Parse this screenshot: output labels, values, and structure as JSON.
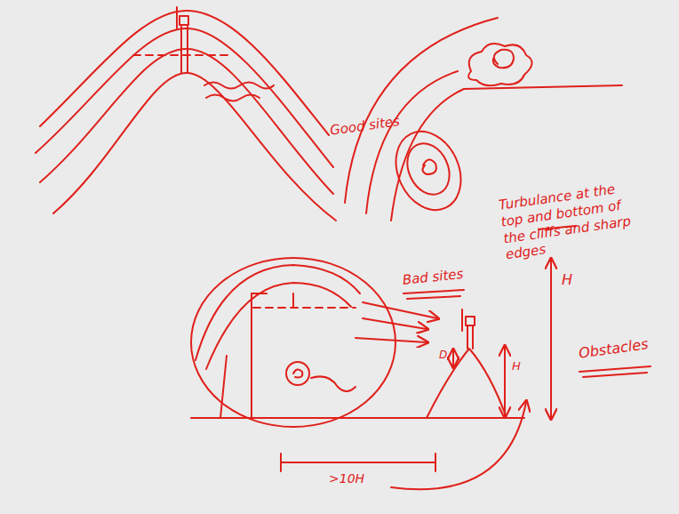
{
  "diagram": {
    "labels": [
      "Good sites",
      "Turbulance at the top and bottom of the cliffs and sharp edges",
      "Bad sites",
      "H",
      "D",
      "H",
      "Obstacles",
      ">10H"
    ]
  }
}
